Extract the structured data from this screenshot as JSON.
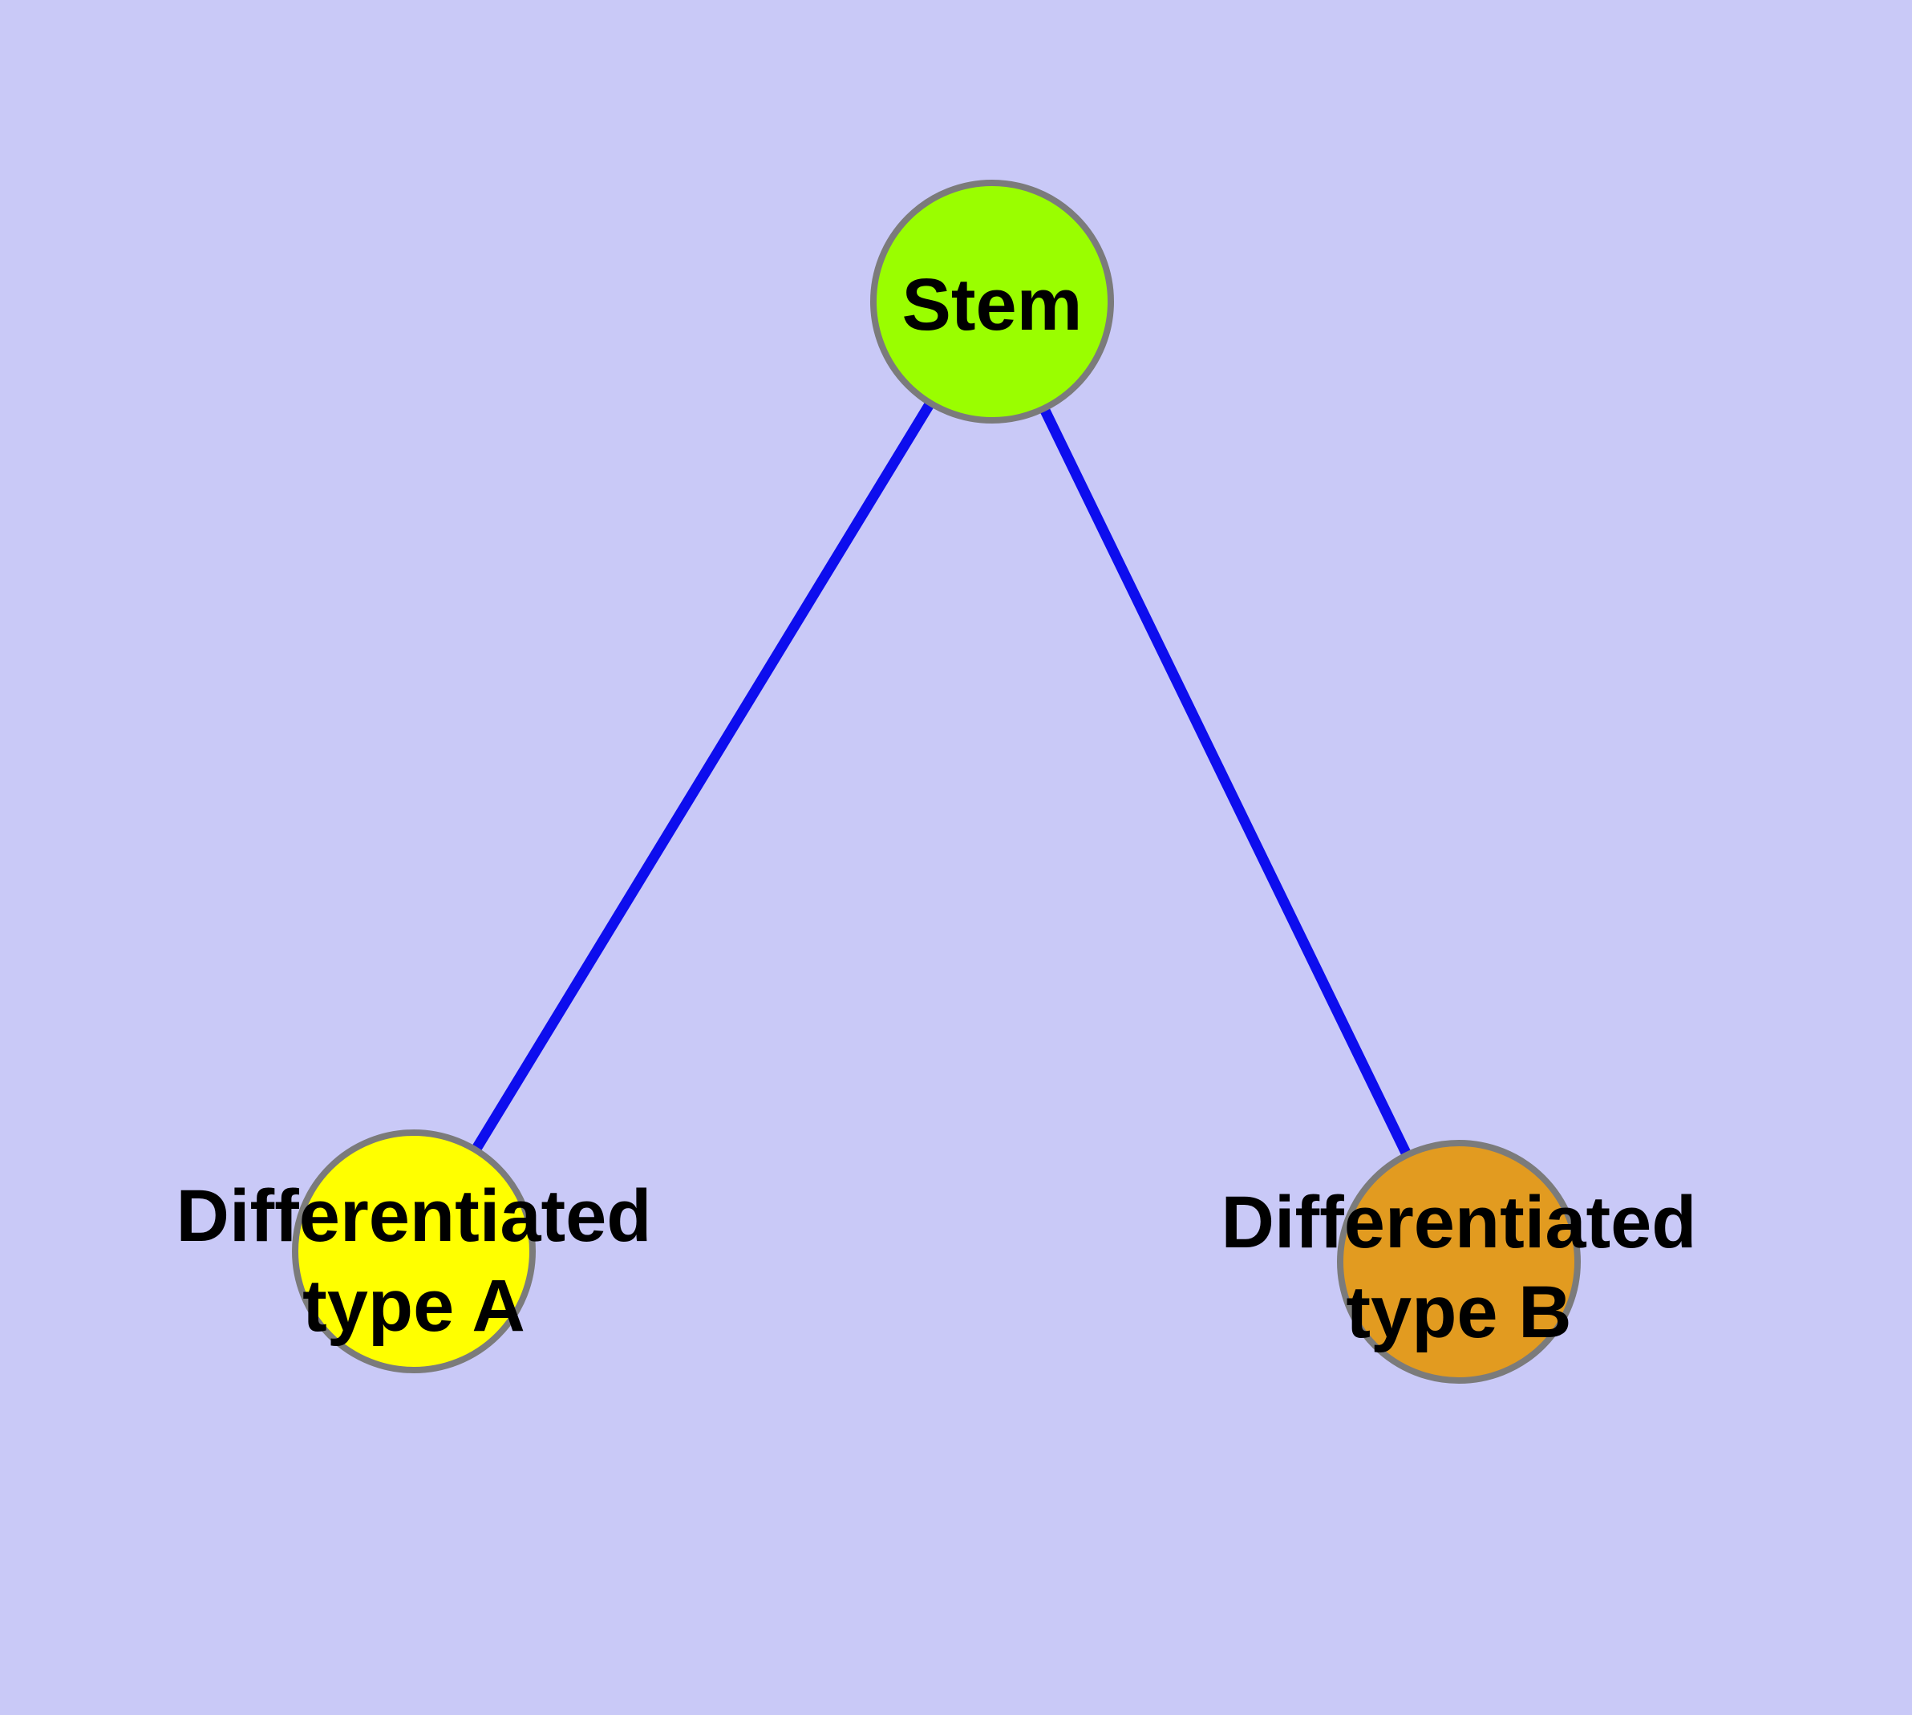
{
  "diagram": {
    "title": "",
    "background_color": "#C9C9F7",
    "edge_color": "#0D0DEE",
    "node_border_color": "#7B7B7B",
    "label_text_color": "#000000",
    "nodes": [
      {
        "id": "stem",
        "label": "Stem",
        "fill_color": "#9AFE00"
      },
      {
        "id": "differentiated-type-a",
        "label_line1": "Differentiated",
        "label_line2": "type A",
        "fill_color": "#FFFF00"
      },
      {
        "id": "differentiated-type-b",
        "label_line1": "Differentiated",
        "label_line2": "type B",
        "fill_color": "#E29B20"
      }
    ],
    "edges": [
      {
        "from": "Stem",
        "to": "Differentiated type A"
      },
      {
        "from": "Stem",
        "to": "Differentiated type B"
      }
    ]
  }
}
